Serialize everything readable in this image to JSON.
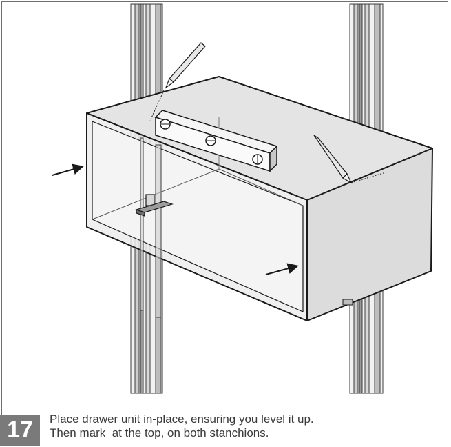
{
  "step": {
    "number": "17",
    "instruction_lines": [
      "Place drawer unit in-place, ensuring you level it up.",
      "Then mark  at the top, on both stanchions."
    ]
  },
  "illustration": {
    "objects": [
      "stanchion-left",
      "stanchion-right",
      "drawer-unit",
      "spirit-level",
      "pencil",
      "pencil",
      "bracket",
      "arrow",
      "arrow"
    ],
    "colors": {
      "box_fill": "#e6e6e6",
      "stanchion_fill": "#d4d4d4",
      "stroke": "#1a1a1a",
      "badge": "#7a7a7a"
    }
  }
}
